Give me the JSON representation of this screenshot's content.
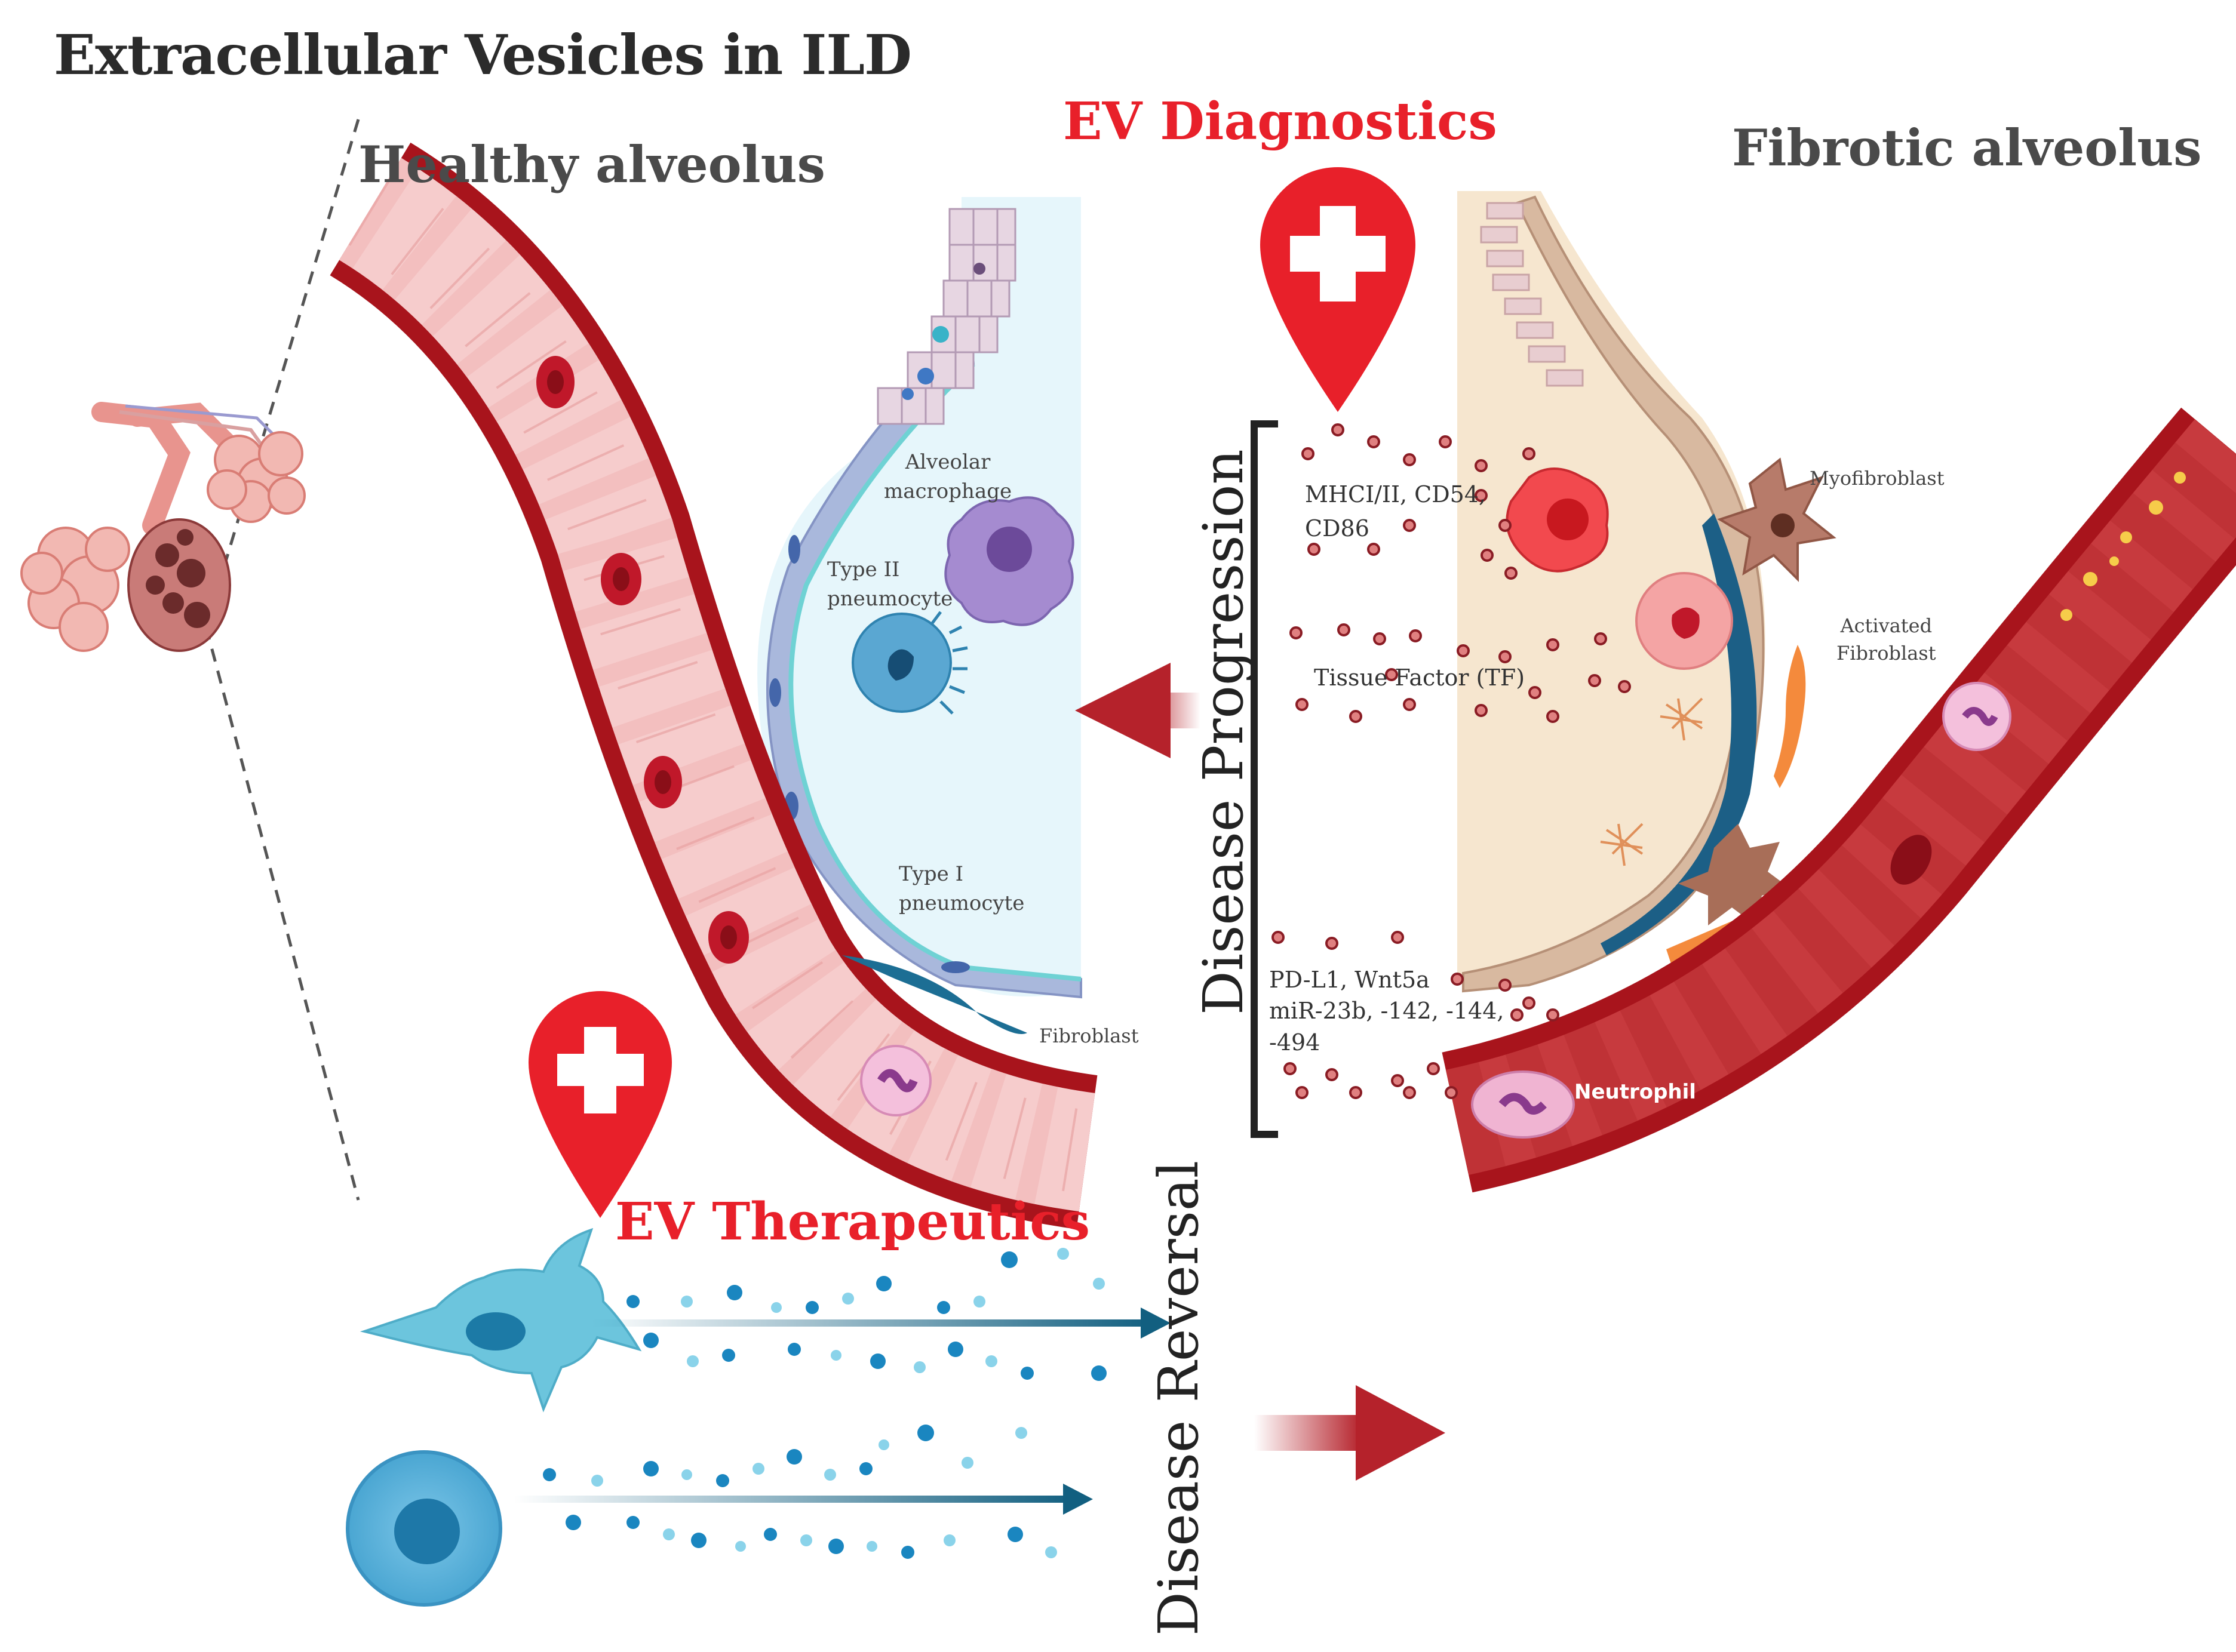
{
  "title": "Extracellular Vesicles in ILD",
  "healthy": {
    "heading": "Healthy alveolus",
    "labels": {
      "macrophage": "Alveolar\nmacrophage",
      "type2": "Type II\npneumocyte",
      "type1": "Type I\npneumocyte",
      "fibroblast": "Fibroblast"
    }
  },
  "fibrotic": {
    "heading": "Fibrotic alveolus",
    "labels": {
      "myofibroblast": "Myofibroblast",
      "activated": "Activated\nFibroblast",
      "neutrophil": "Neutrophil"
    }
  },
  "diagnostics": {
    "heading": "EV Diagnostics",
    "markers": {
      "mhc": "MHCI/II, CD54,\nCD86",
      "tf": "Tissue Factor (TF)",
      "pdl1": "PD-L1, Wnt5a\nmiR-23b, -142, -144,\n-494"
    },
    "progression_label": "Disease Progression"
  },
  "therapeutics": {
    "heading": "EV Therapeutics",
    "reversal_label": "Disease Reversal"
  },
  "colors": {
    "accent_red": "#e8202a",
    "vessel": "#a8141c",
    "arrow": "#b5222b",
    "ev_blue": "#1a86c0",
    "therapy_arrow": "#125f80"
  },
  "icons": [
    "lung-icon",
    "diagnostic-pin-icon",
    "therapeutic-pin-icon",
    "fibroblast-cell-icon",
    "stem-cell-icon"
  ]
}
